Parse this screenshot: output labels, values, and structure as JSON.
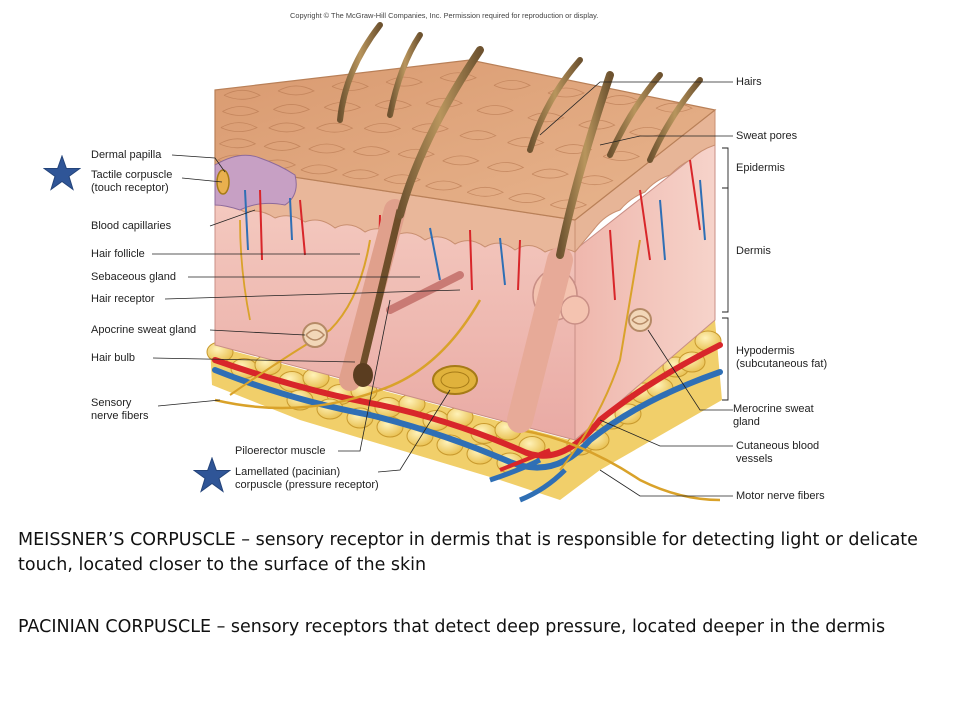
{
  "copyright": "Copyright © The McGraw-Hill Companies, Inc. Permission required for reproduction or display.",
  "labels_left": {
    "dermal_papilla": "Dermal papilla",
    "tactile_corpuscle": "Tactile corpuscle\n(touch receptor)",
    "blood_capillaries": "Blood capillaries",
    "hair_follicle": "Hair follicle",
    "sebaceous_gland": "Sebaceous gland",
    "hair_receptor": "Hair receptor",
    "apocrine_sweat_gland": "Apocrine sweat gland",
    "hair_bulb": "Hair bulb",
    "sensory_nerve_fibers": "Sensory\nnerve fibers",
    "piloerector_muscle": "Piloerector muscle",
    "lamellated_corpuscle": "Lamellated (pacinian)\ncorpuscle (pressure receptor)"
  },
  "labels_right": {
    "hairs": "Hairs",
    "sweat_pores": "Sweat pores",
    "epidermis": "Epidermis",
    "dermis": "Dermis",
    "hypodermis": "Hypodermis\n(subcutaneous fat)",
    "merocrine_sweat_gland": "Merocrine sweat\ngland",
    "cutaneous_blood_vessels": "Cutaneous blood\nvessels",
    "motor_nerve_fibers": "Motor nerve fibers"
  },
  "descriptions": {
    "meissner": "MEISSNER’S CORPUSCLE – sensory receptor in dermis that is responsible for detecting light or delicate touch, located closer to the surface of the skin",
    "pacinian": "PACINIAN CORPUSCLE – sensory receptors that detect deep pressure, located deeper in the dermis"
  },
  "colors": {
    "star": "#2f5597",
    "epidermis": "#e0a882",
    "dermis": "#f0bdb5",
    "fat": "#f3d77a",
    "artery": "#d8262a",
    "vein": "#2f6fb5",
    "nerve": "#d9a22a",
    "hair": "#8a6a3e"
  }
}
